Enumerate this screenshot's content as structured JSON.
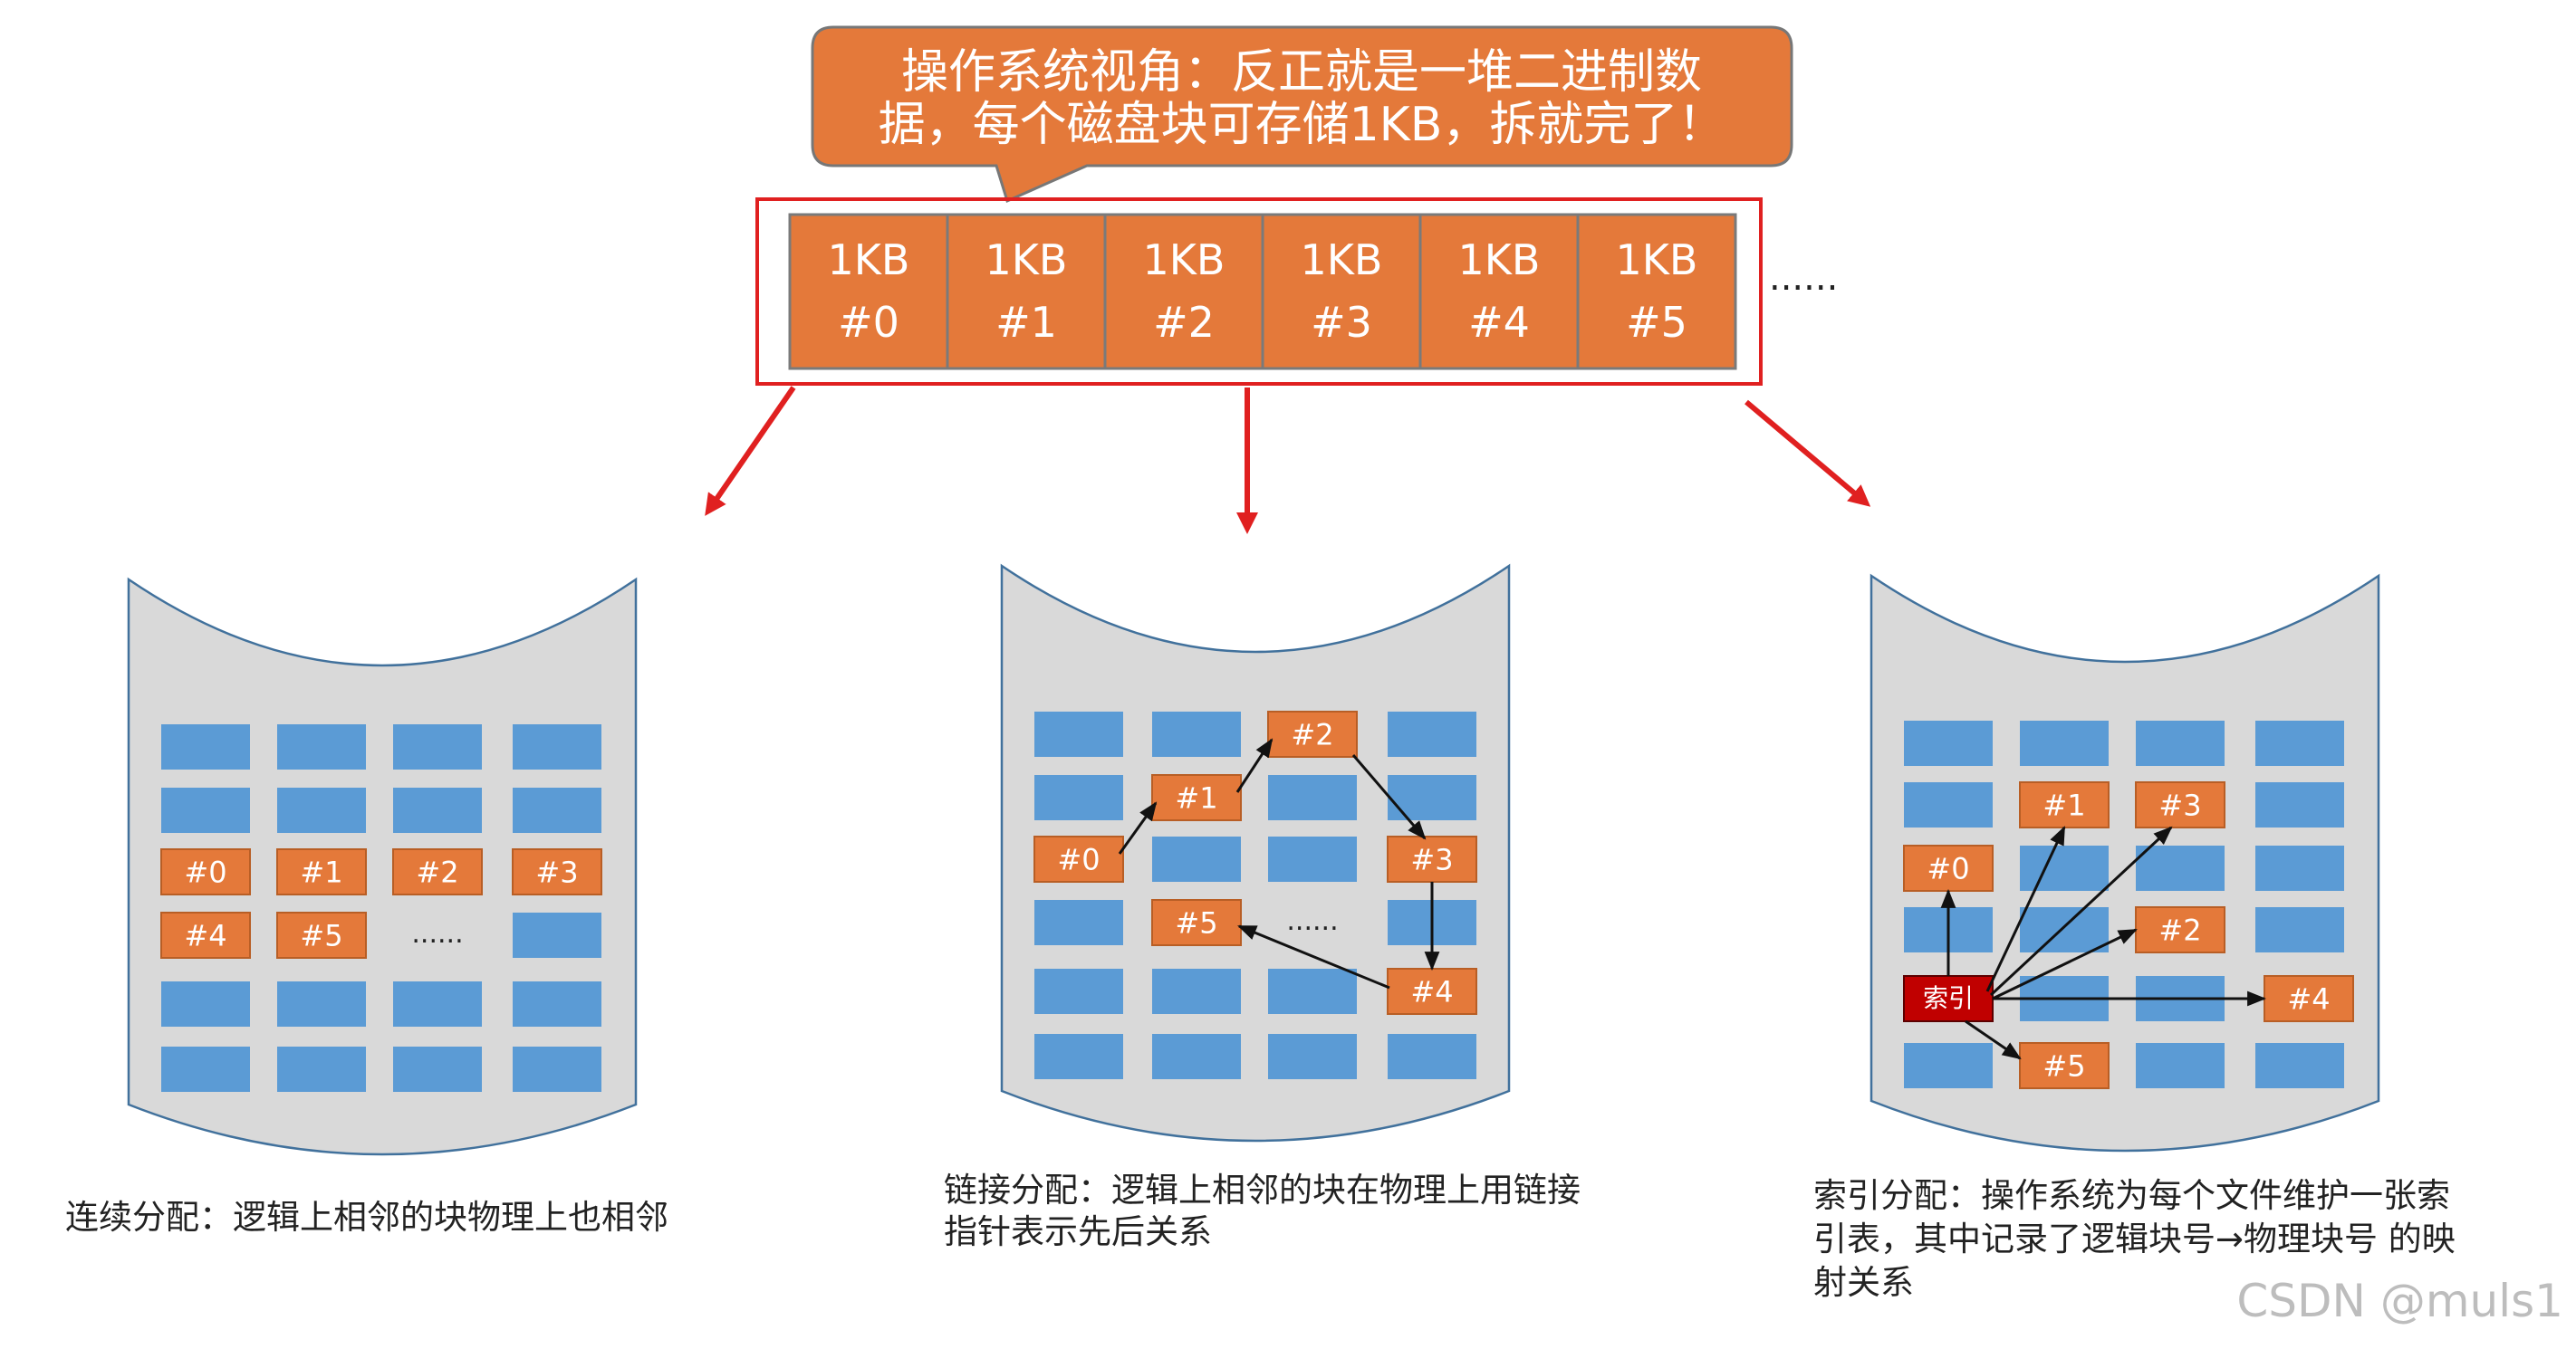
{
  "speech": {
    "line1": "操作系统视角：反正就是一堆二进制数",
    "line2": "据，每个磁盘块可存储1KB，拆就完了！"
  },
  "blocks": [
    {
      "size": "1KB",
      "id": "#0"
    },
    {
      "size": "1KB",
      "id": "#1"
    },
    {
      "size": "1KB",
      "id": "#2"
    },
    {
      "size": "1KB",
      "id": "#3"
    },
    {
      "size": "1KB",
      "id": "#4"
    },
    {
      "size": "1KB",
      "id": "#5"
    }
  ],
  "ellipsis": "......",
  "disks": {
    "contiguous": {
      "labels": [
        "#0",
        "#1",
        "#2",
        "#3",
        "#4",
        "#5"
      ],
      "ellipsis": "......",
      "caption": "连续分配：逻辑上相邻的块物理上也相邻"
    },
    "linked": {
      "labels": [
        "#0",
        "#1",
        "#2",
        "#3",
        "#4",
        "#5"
      ],
      "ellipsis": "......",
      "caption1": "链接分配：逻辑上相邻的块在物理上用链接",
      "caption2": "指针表示先后关系"
    },
    "indexed": {
      "index_label": "索引",
      "labels": [
        "#0",
        "#1",
        "#2",
        "#3",
        "#4",
        "#5"
      ],
      "caption1": "索引分配：操作系统为每个文件维护一张索",
      "caption2": "引表，其中记录了逻辑块号→物理块号 的映",
      "caption3": "射关系"
    }
  },
  "watermark": "CSDN @muls1",
  "colors": {
    "orange": "#E4793A",
    "orange_border": "#B85E25",
    "blue": "#5B9BD5",
    "disk": "#D9D9D9",
    "disk_border": "#41719C",
    "red": "#E02020",
    "index": "#C00000"
  }
}
